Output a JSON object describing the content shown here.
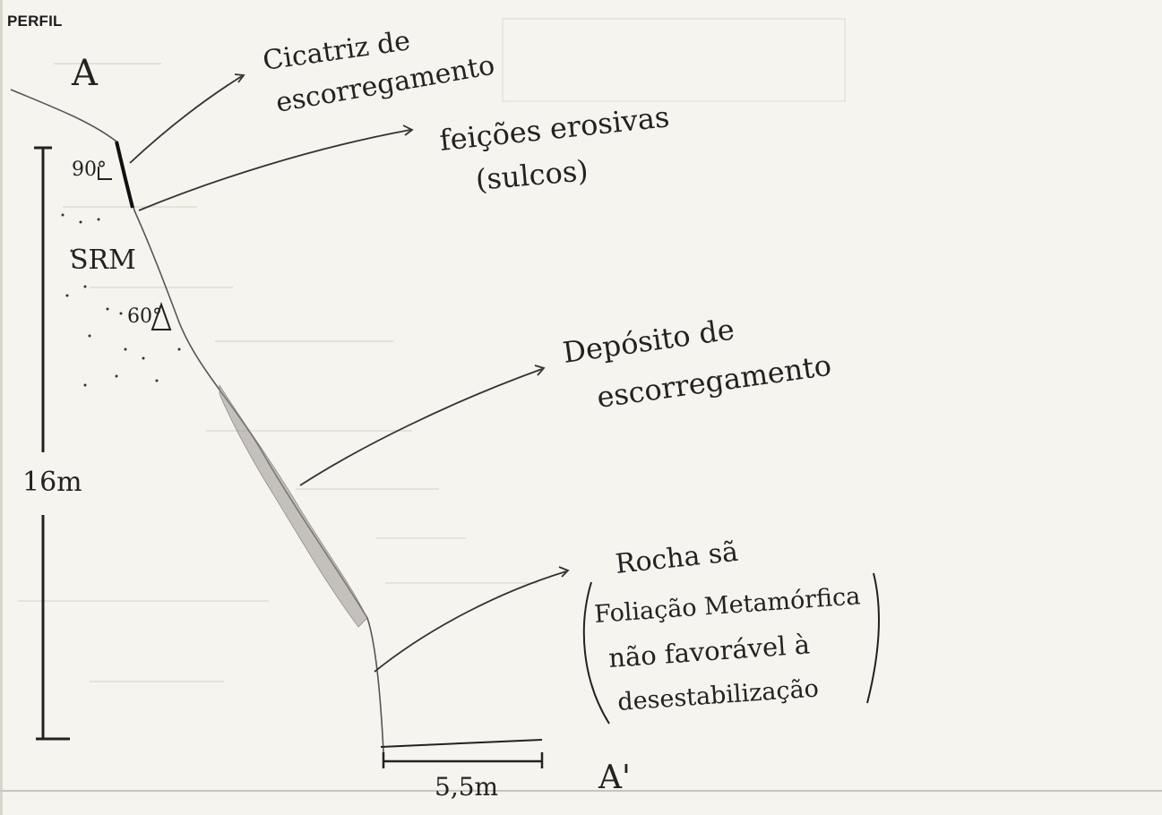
{
  "title": "PERFIL",
  "profile": {
    "start_label": "A",
    "end_label": "A'"
  },
  "labels": {
    "slide_scar": [
      "Cicatriz de",
      "escorregamento"
    ],
    "erosive_features": [
      "feições erosivas",
      "(sulcos)"
    ],
    "slide_deposit": [
      "Depósito de",
      "escorregamento"
    ],
    "rock": [
      "Rocha sã",
      "Foliação Metamórfica",
      "não favorável à",
      "desestabilização"
    ]
  },
  "measurements": {
    "height": "16m",
    "width": "5,5m",
    "angle_top": "90°",
    "angle_mid": "60°",
    "unit_code": "SRM"
  },
  "colors": {
    "ink": "#222222",
    "pencil": "#555555",
    "paper": "#f6f4ef"
  }
}
